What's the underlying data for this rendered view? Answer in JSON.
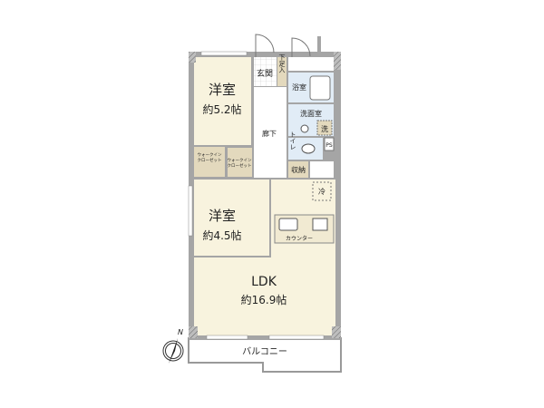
{
  "rooms": {
    "western1": {
      "name": "洋室",
      "size": "約5.2帖"
    },
    "western2": {
      "name": "洋室",
      "size": "約4.5帖"
    },
    "ldk": {
      "name": "LDK",
      "size": "約16.9帖"
    },
    "genkan": "玄関",
    "shoe_storage": "下足入",
    "bath": "浴室",
    "washroom": "洗面室",
    "washer": "洗",
    "hallway": "廊下",
    "toilet": "トイレ",
    "ps": "PS",
    "storage": "収納",
    "walkin1": [
      "ウォークイン",
      "クローゼット"
    ],
    "walkin2": [
      "ウォークイン",
      "クローゼット"
    ],
    "fridge": "冷",
    "counter": "カウンター",
    "balcony": "バルコニー"
  },
  "compass": {
    "label": "N"
  },
  "colors": {
    "room": "#f8f3de",
    "closet": "#e3d9bd",
    "wet": "#e1ecf6",
    "wall": "#9a9a9a",
    "floor_white": "#ffffff"
  }
}
